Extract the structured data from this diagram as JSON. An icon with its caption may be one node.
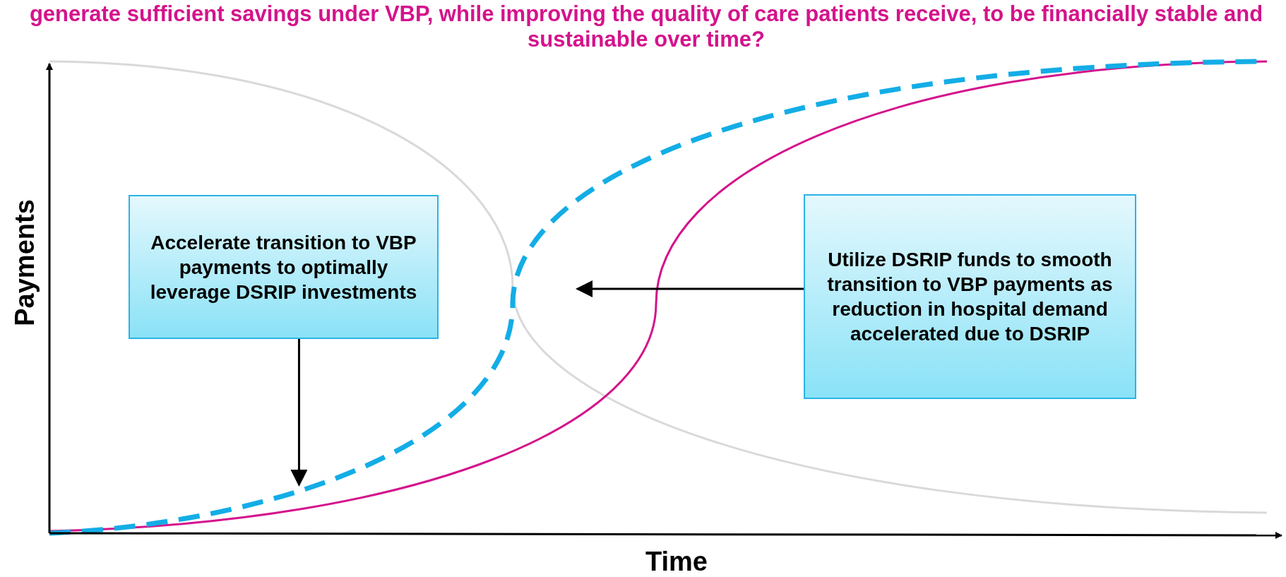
{
  "diagram": {
    "title": "generate sufficient savings under VBP, while improving the quality of care patients receive, to be financially stable and sustainable over time?",
    "nodes": [
      {
        "text": [
          "Accelerate transition to VBP payments to optimally leverage DSRIP investments"
        ]
      },
      {
        "text": [
          "Utilize DSRIP funds to smooth transition to VBP payments as reduction in hospital demand accelerated due to DSRIP"
        ]
      }
    ],
    "edges": [
      {
        "from": 0,
        "to": null,
        "arrow": "to"
      },
      {
        "from": 1,
        "to": null,
        "arrow": "to"
      }
    ],
    "labels": [
      "Payments",
      "Time"
    ]
  }
}
